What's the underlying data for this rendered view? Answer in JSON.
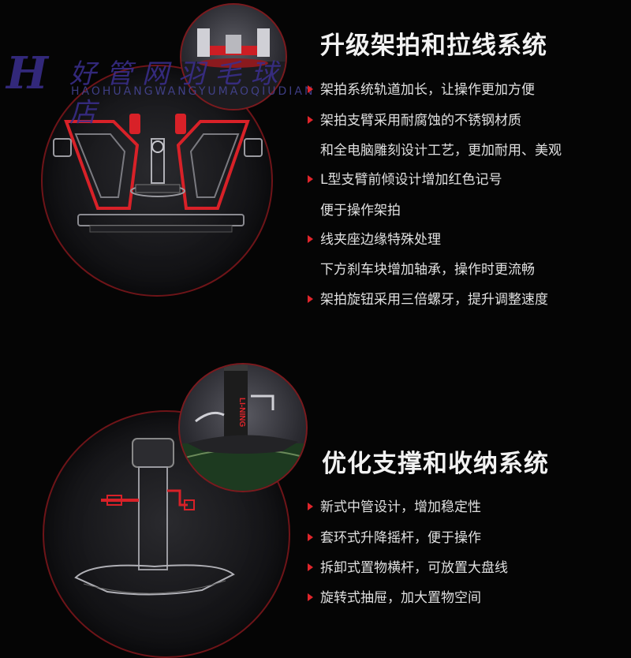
{
  "watermark": {
    "logo": "H",
    "cn": "好管网羽毛球店",
    "en": "HAOHUANGWANGYUMAOQIUDIAN"
  },
  "section1": {
    "title": "升级架拍和拉线系统",
    "features": [
      "架拍系统轨道加长，让操作更加方便",
      "架拍支臂采用耐腐蚀的不锈钢材质",
      "和全电脑雕刻设计工艺，更加耐用、美观",
      "L型支臂前倾设计增加红色记号",
      "便于操作架拍",
      "线夹座边缘特殊处理",
      "下方刹车块增加轴承，操作时更流畅",
      "架拍旋钮采用三倍螺牙，提升调整速度"
    ]
  },
  "section2": {
    "title": "优化支撑和收纳系统",
    "brand_label": "LI-NING",
    "features": [
      "新式中管设计，增加稳定性",
      "套环式升降摇杆，便于操作",
      "拆卸式置物横杆，可放置大盘线",
      "旋转式抽屉，加大置物空间"
    ]
  },
  "colors": {
    "background": "#050505",
    "accent_red": "#e0252b",
    "circle_border": "#6e1418",
    "text": "#e0e0e0"
  }
}
